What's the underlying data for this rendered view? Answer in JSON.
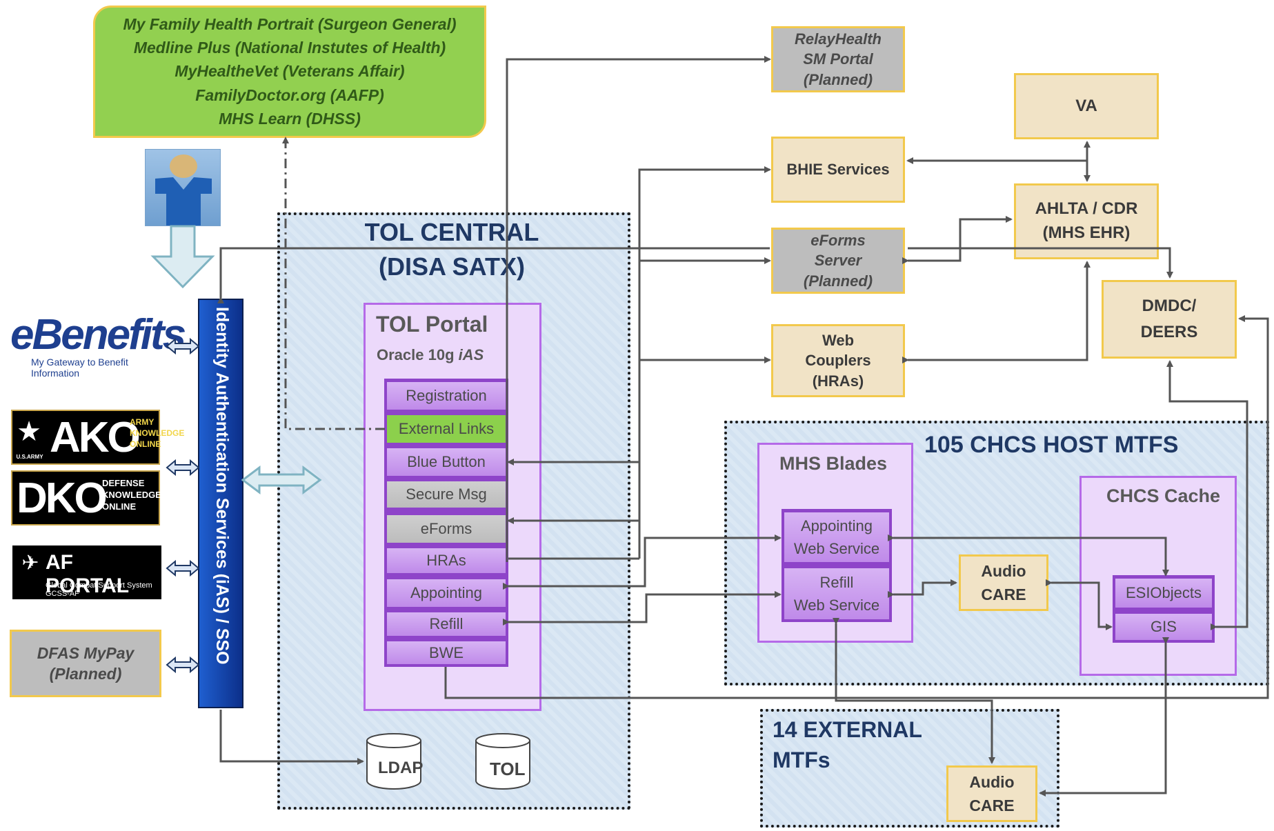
{
  "external_sites": [
    "My Family Health Portrait (Surgeon General)",
    "Medline Plus (National Instutes of Health)",
    "MyHealtheVet (Veterans Affair)",
    "FamilyDoctor.org (AAFP)",
    "MHS Learn (DHSS)"
  ],
  "partners": {
    "ebenefits_logo": "eBenefits",
    "ebenefits_tagline": "My Gateway to Benefit Information",
    "ako_logo": "AKO",
    "ako_sub": "ARMY KNOWLEDGE ONLINE",
    "ako_badge": "U.S.ARMY",
    "dko_logo": "DKO",
    "dko_sub": "DEFENSE KNOWLEDGE ONLINE",
    "afportal_logo": "AF PORTAL",
    "afportal_sub": "Global Combat Support System GCSS-AF",
    "dfas": "DFAS MyPay\n(Planned)"
  },
  "ias_label": "Identity Authentication Services (iAS) / SSO",
  "tol_central": {
    "title_line1": "TOL CENTRAL",
    "title_line2": "(DISA SATX)",
    "portal_title": "TOL Portal",
    "portal_subtitle_prefix": "Oracle 10g ",
    "portal_subtitle_italic": "iAS",
    "services": [
      "Registration",
      "External Links",
      "Blue Button",
      "Secure Msg",
      "eForms",
      "HRAs",
      "Appointing",
      "Refill",
      "BWE"
    ],
    "ldap": "LDAP",
    "tol_db": "TOL"
  },
  "right_boxes": {
    "relayhealth": "RelayHealth\nSM Portal\n(Planned)",
    "bhie": "BHIE Services",
    "eforms_server": "eForms\nServer\n(Planned)",
    "web_couplers": "Web\nCouplers\n(HRAs)",
    "va": "VA",
    "ahlta": "AHLTA / CDR\n(MHS EHR)",
    "dmdc": "DMDC/\nDEERS"
  },
  "chcs_host": {
    "title": "105 CHCS HOST MTFS",
    "mhs_blades": "MHS Blades",
    "appointing_ws": "Appointing\nWeb Service",
    "refill_ws": "Refill\nWeb Service",
    "audio_care": "Audio\nCARE",
    "chcs_cache": "CHCS Cache",
    "esiobjects": "ESIObjects",
    "gis": "GIS"
  },
  "external_mtfs": {
    "title": "14 EXTERNAL\nMTFs",
    "audio_care": "Audio\nCARE"
  },
  "colors": {
    "green_box": "#92d050",
    "sand": "#f1e3c6",
    "border_gold": "#f2c94c",
    "lavender": "#ecd9fb",
    "purple_border": "#b56ae8",
    "navy": "#1f3864",
    "connector": "#555555"
  }
}
